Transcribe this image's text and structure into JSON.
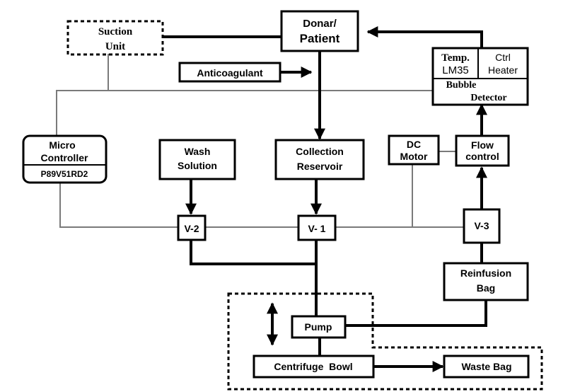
{
  "blocks": {
    "suction": [
      "Suction",
      "Unit"
    ],
    "donor": [
      "Donar/",
      "Patient"
    ],
    "anticoagulant": "Anticoagulant",
    "temp": [
      "Temp.",
      "LM35"
    ],
    "heater": [
      "Ctrl",
      "Heater"
    ],
    "bubble": [
      "Bubble",
      "Detector"
    ],
    "micro": [
      "Micro",
      "Controller"
    ],
    "micro_model": "P89V51RD2",
    "wash": [
      "Wash",
      "Solution"
    ],
    "collection": [
      "Collection",
      "Reservoir"
    ],
    "dc_motor": [
      "DC",
      "Motor"
    ],
    "flow_control": [
      "Flow",
      "control"
    ],
    "v2": "V-2",
    "v1": "V- 1",
    "v3": "V-3",
    "reinfusion": [
      "Reinfusion",
      "Bag"
    ],
    "pump": "Pump",
    "centrifuge": "Centrifuge  Bowl",
    "waste": "Waste Bag"
  }
}
